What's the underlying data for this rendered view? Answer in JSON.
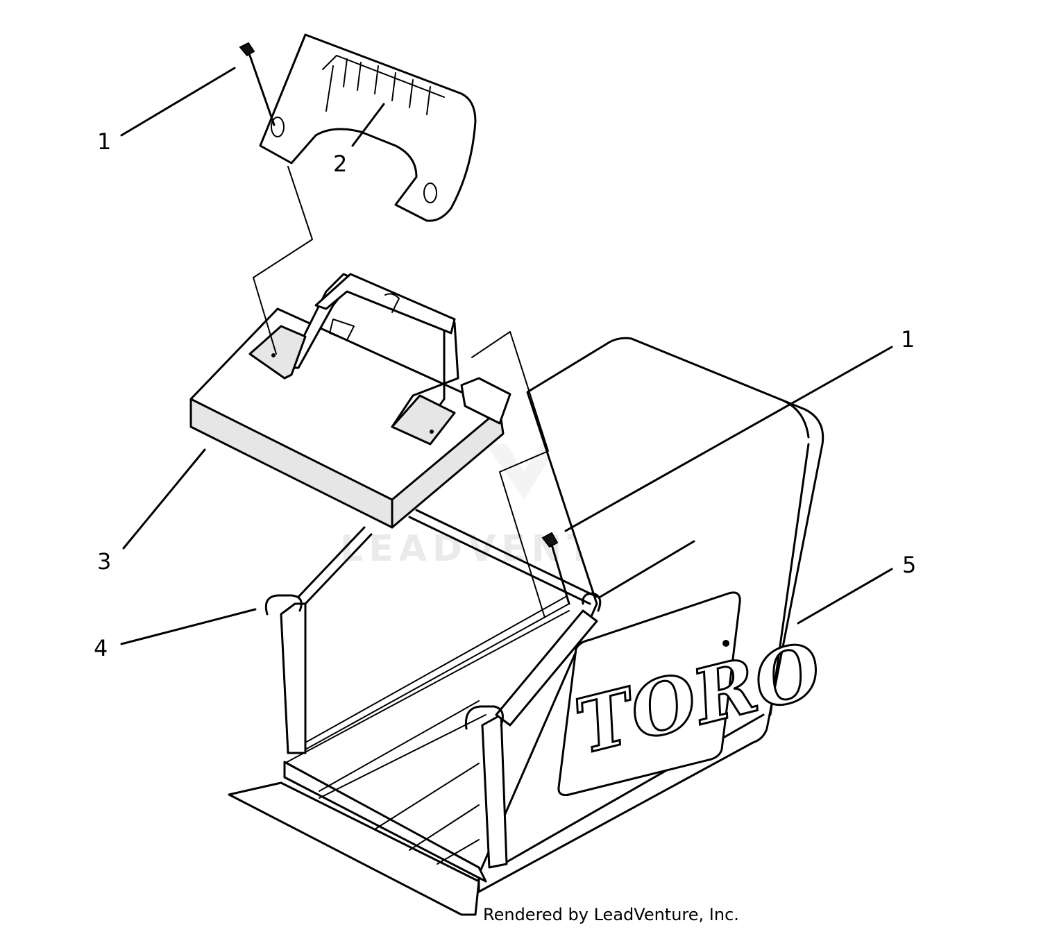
{
  "callouts": [
    {
      "id": "1",
      "label": "1"
    },
    {
      "id": "2",
      "label": "2"
    },
    {
      "id": "1b",
      "label": "1"
    },
    {
      "id": "3",
      "label": "3"
    },
    {
      "id": "5",
      "label": "5"
    },
    {
      "id": "4",
      "label": "4"
    }
  ],
  "brand_logo_text": "TORO",
  "watermark_text": "LEADVENTURE",
  "footer_text": "Rendered by LeadVenture, Inc."
}
